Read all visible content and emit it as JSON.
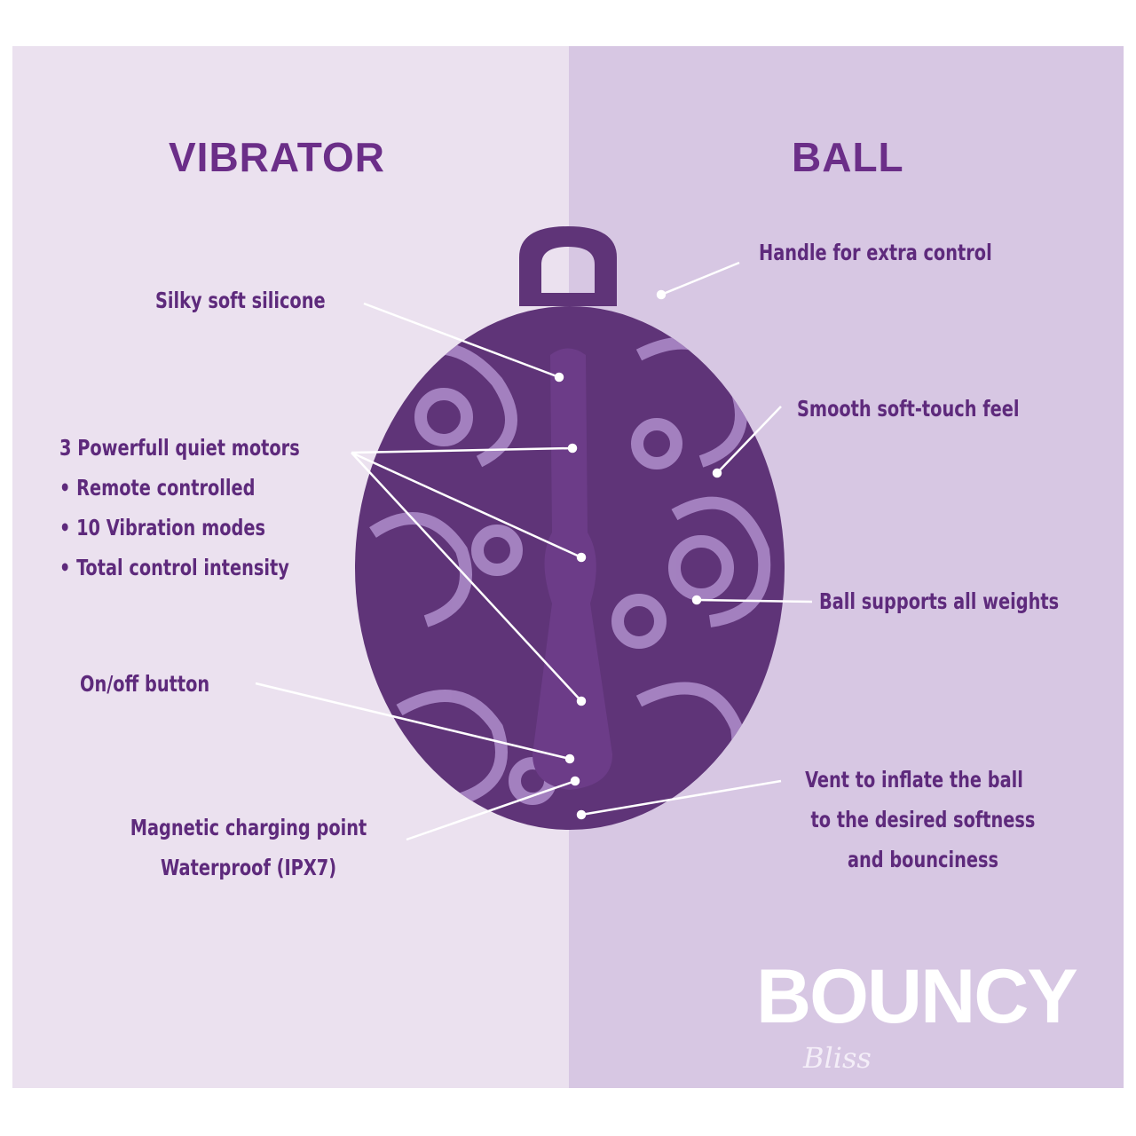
{
  "headings": {
    "left": "VIBRATOR",
    "right": "BALL"
  },
  "vibrator_features": {
    "silicone": "Silky soft silicone",
    "motors": "3 Powerfull quiet motors",
    "bullets": [
      "• Remote controlled",
      "• 10 Vibration modes",
      "• Total control intensity"
    ],
    "button": "On/off button",
    "charging": [
      "Magnetic charging point",
      "Waterproof (IPX7)"
    ]
  },
  "ball_features": {
    "handle": "Handle for extra control",
    "feel": "Smooth soft-touch feel",
    "weights": "Ball supports all weights",
    "vent": [
      "Vent to inflate the ball",
      "to the desired softness",
      "and bounciness"
    ]
  },
  "logo": {
    "main": "BOUNCY",
    "script": "Bliss"
  },
  "colors": {
    "left_bg": "#ebe1ef",
    "right_bg": "#d7c7e3",
    "text": "#5e2a7c",
    "product": "#5f3478",
    "pattern": "#b08fcc"
  }
}
